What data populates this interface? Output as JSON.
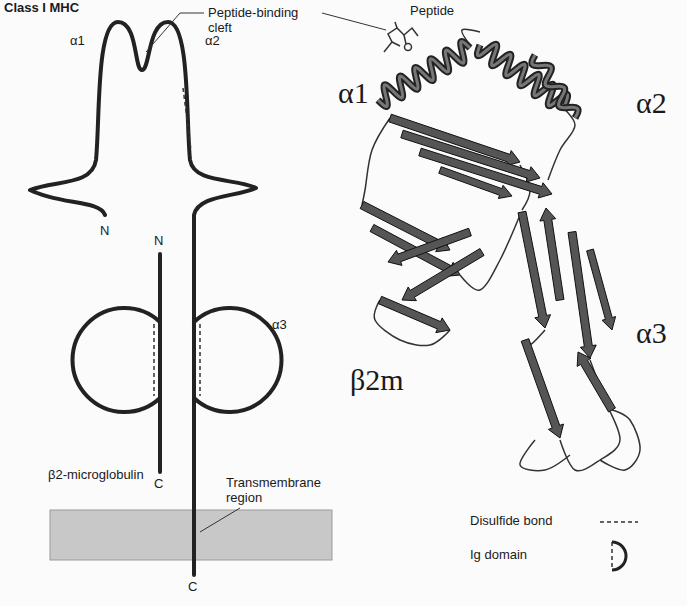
{
  "diagram": {
    "title": "Class I MHC",
    "labels": [
      "Peptide-binding cleft",
      "Peptide",
      "α1",
      "α2",
      "N",
      "N",
      "C",
      "α3",
      "β2-microglobulin",
      "Transmembrane region",
      "C",
      "α1",
      "α2",
      "β2m",
      "α3"
    ],
    "legend": [
      {
        "text": "Disulfide bond"
      },
      {
        "text": "Ig domain"
      }
    ]
  }
}
